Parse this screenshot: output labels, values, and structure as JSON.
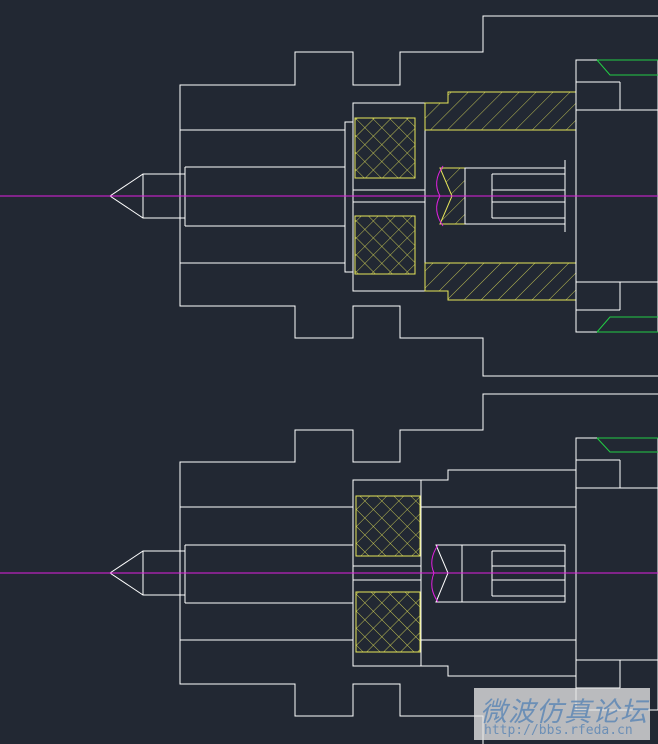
{
  "colors": {
    "background": "#222833",
    "outline": "#ffffff",
    "hatch": "#e6e65a",
    "centerline": "#e020e0",
    "accent": "#22cc44"
  },
  "views": [
    "upper-section",
    "lower-section"
  ],
  "watermark": {
    "title": "微波仿真论坛",
    "url": "http://bbs.rfeda.cn"
  }
}
